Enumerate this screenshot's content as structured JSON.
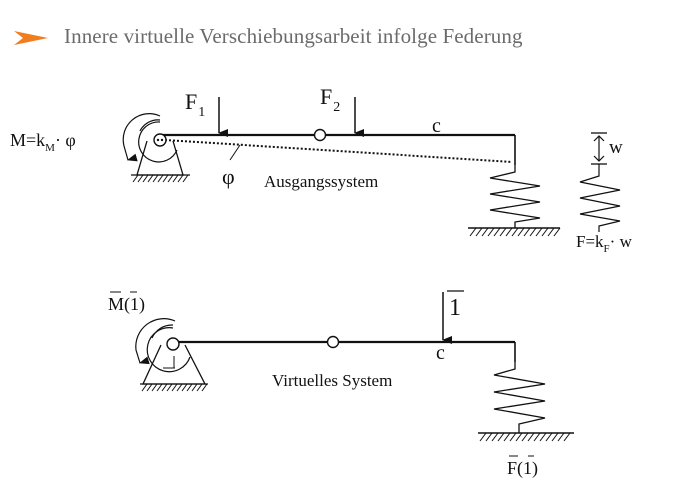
{
  "header": {
    "title": "Innere virtuelle Verschiebungsarbeit infolge Federung",
    "bullet_color": "#f07d1e"
  },
  "top_system": {
    "moment_label": "M=k",
    "moment_subscript": "M",
    "moment_suffix": "· φ",
    "force1_label": "F",
    "force1_subscript": "1",
    "force2_label": "F",
    "force2_subscript": "2",
    "point_label": "c",
    "angle_label": "φ",
    "system_label": "Ausgangssystem",
    "deflection_label": "w",
    "spring_force_label": "F=k",
    "spring_force_subscript": "F",
    "spring_force_suffix": "· w"
  },
  "virtual_system": {
    "moment_label": "M(1)",
    "unit_load_label": "1",
    "point_label": "c",
    "system_label": "Virtuelles System",
    "spring_force_label": "F(1)"
  }
}
